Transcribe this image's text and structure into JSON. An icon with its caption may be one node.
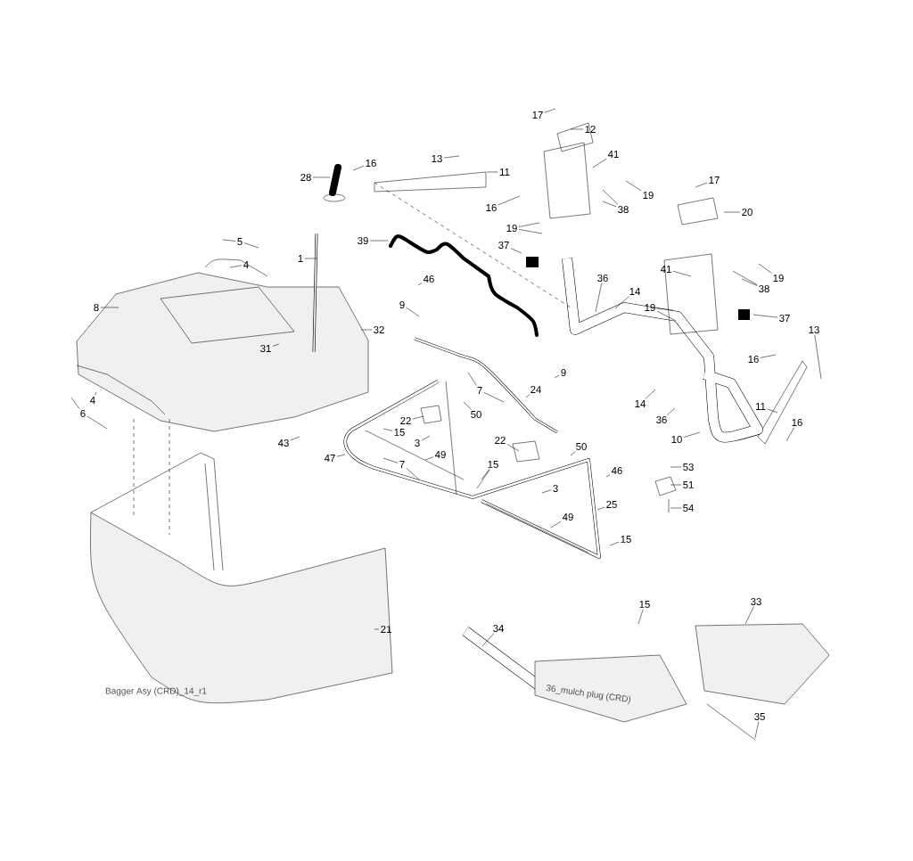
{
  "diagram": {
    "nodes": [
      {
        "text": [
          "1"
        ]
      },
      {
        "text": [
          "28"
        ]
      },
      {
        "text": [
          "16"
        ]
      },
      {
        "text": [
          "13"
        ]
      },
      {
        "text": [
          "11"
        ]
      },
      {
        "text": [
          "16"
        ]
      },
      {
        "text": [
          "17"
        ]
      },
      {
        "text": [
          "12"
        ]
      },
      {
        "text": [
          "41"
        ]
      },
      {
        "text": [
          "19"
        ]
      },
      {
        "text": [
          "38"
        ]
      },
      {
        "text": [
          "19"
        ]
      },
      {
        "text": [
          "37"
        ]
      },
      {
        "text": [
          "39"
        ]
      },
      {
        "text": [
          "46"
        ]
      },
      {
        "text": [
          "9"
        ]
      },
      {
        "text": [
          "32"
        ]
      },
      {
        "text": [
          "31"
        ]
      },
      {
        "text": [
          "8"
        ]
      },
      {
        "text": [
          "5"
        ]
      },
      {
        "text": [
          "4"
        ]
      },
      {
        "text": [
          "4"
        ]
      },
      {
        "text": [
          "6"
        ]
      },
      {
        "text": [
          "43"
        ]
      },
      {
        "text": [
          "22"
        ]
      },
      {
        "text": [
          "15"
        ]
      },
      {
        "text": [
          "3"
        ]
      },
      {
        "text": [
          "47"
        ]
      },
      {
        "text": [
          "7"
        ]
      },
      {
        "text": [
          "49"
        ]
      },
      {
        "text": [
          "50"
        ]
      },
      {
        "text": [
          "7"
        ]
      },
      {
        "text": [
          "24"
        ]
      },
      {
        "text": [
          "9"
        ]
      },
      {
        "text": [
          "22"
        ]
      },
      {
        "text": [
          "50"
        ]
      },
      {
        "text": [
          "15"
        ]
      },
      {
        "text": [
          "3"
        ]
      },
      {
        "text": [
          "49"
        ]
      },
      {
        "text": [
          "25"
        ]
      },
      {
        "text": [
          "46"
        ]
      },
      {
        "text": [
          "15"
        ]
      },
      {
        "text": [
          "14"
        ]
      },
      {
        "text": [
          "36"
        ]
      },
      {
        "text": [
          "10"
        ]
      },
      {
        "text": [
          "11"
        ]
      },
      {
        "text": [
          "16"
        ]
      },
      {
        "text": [
          "16"
        ]
      },
      {
        "text": [
          "13"
        ]
      },
      {
        "text": [
          "14"
        ]
      },
      {
        "text": [
          "36"
        ]
      },
      {
        "text": [
          "17"
        ]
      },
      {
        "text": [
          "20"
        ]
      },
      {
        "text": [
          "41"
        ]
      },
      {
        "text": [
          "19"
        ]
      },
      {
        "text": [
          "38"
        ]
      },
      {
        "text": [
          "19"
        ]
      },
      {
        "text": [
          "37"
        ]
      },
      {
        "text": [
          "53"
        ]
      },
      {
        "text": [
          "51"
        ]
      },
      {
        "text": [
          "54"
        ]
      },
      {
        "text": [
          "21"
        ]
      },
      {
        "text": [
          "34"
        ]
      },
      {
        "text": [
          "15"
        ]
      },
      {
        "text": [
          "33"
        ]
      },
      {
        "text": [
          "35"
        ]
      }
    ],
    "edges": [
      {
        "from": 0,
        "to": null,
        "arrow": "none"
      },
      {
        "from": 1,
        "to": null,
        "arrow": "none"
      },
      {
        "from": 2,
        "to": null,
        "arrow": "none"
      },
      {
        "from": 3,
        "to": null,
        "arrow": "none"
      },
      {
        "from": 4,
        "to": null,
        "arrow": "none"
      },
      {
        "from": 5,
        "to": null,
        "arrow": "none"
      },
      {
        "from": 6,
        "to": null,
        "arrow": "none"
      },
      {
        "from": 7,
        "to": null,
        "arrow": "none"
      },
      {
        "from": 8,
        "to": null,
        "arrow": "none"
      },
      {
        "from": 9,
        "to": null,
        "arrow": "none"
      },
      {
        "from": 10,
        "to": null,
        "arrow": "none"
      },
      {
        "from": 10,
        "to": null,
        "arrow": "none"
      },
      {
        "from": 11,
        "to": null,
        "arrow": "none"
      },
      {
        "from": 11,
        "to": null,
        "arrow": "none"
      },
      {
        "from": 12,
        "to": null,
        "arrow": "none"
      },
      {
        "from": 13,
        "to": null,
        "arrow": "none"
      },
      {
        "from": 14,
        "to": null,
        "arrow": "none"
      },
      {
        "from": 15,
        "to": null,
        "arrow": "none"
      },
      {
        "from": 16,
        "to": null,
        "arrow": "none"
      },
      {
        "from": 17,
        "to": null,
        "arrow": "none"
      },
      {
        "from": 18,
        "to": null,
        "arrow": "none"
      },
      {
        "from": 19,
        "to": null,
        "arrow": "none"
      },
      {
        "from": 19,
        "to": null,
        "arrow": "none"
      },
      {
        "from": 20,
        "to": null,
        "arrow": "none"
      },
      {
        "from": 21,
        "to": null,
        "arrow": "none"
      },
      {
        "from": 22,
        "to": null,
        "arrow": "none"
      },
      {
        "from": 22,
        "to": null,
        "arrow": "none"
      },
      {
        "from": 23,
        "to": null,
        "arrow": "none"
      },
      {
        "from": 24,
        "to": null,
        "arrow": "none"
      },
      {
        "from": 25,
        "to": null,
        "arrow": "none"
      },
      {
        "from": 26,
        "to": null,
        "arrow": "none"
      },
      {
        "from": 27,
        "to": null,
        "arrow": "none"
      },
      {
        "from": 28,
        "to": null,
        "arrow": "none"
      },
      {
        "from": 28,
        "to": null,
        "arrow": "none"
      },
      {
        "from": 29,
        "to": null,
        "arrow": "none"
      },
      {
        "from": 30,
        "to": null,
        "arrow": "none"
      },
      {
        "from": 31,
        "to": null,
        "arrow": "none"
      },
      {
        "from": 31,
        "to": null,
        "arrow": "none"
      },
      {
        "from": 32,
        "to": null,
        "arrow": "none"
      },
      {
        "from": 33,
        "to": null,
        "arrow": "none"
      },
      {
        "from": 34,
        "to": null,
        "arrow": "none"
      },
      {
        "from": 35,
        "to": null,
        "arrow": "none"
      },
      {
        "from": 36,
        "to": null,
        "arrow": "none"
      },
      {
        "from": 36,
        "to": null,
        "arrow": "none"
      },
      {
        "from": 37,
        "to": null,
        "arrow": "none"
      },
      {
        "from": 38,
        "to": null,
        "arrow": "none"
      },
      {
        "from": 39,
        "to": null,
        "arrow": "none"
      },
      {
        "from": 40,
        "to": null,
        "arrow": "none"
      },
      {
        "from": 41,
        "to": null,
        "arrow": "none"
      },
      {
        "from": 42,
        "to": null,
        "arrow": "none"
      },
      {
        "from": 43,
        "to": null,
        "arrow": "none"
      },
      {
        "from": 44,
        "to": null,
        "arrow": "none"
      },
      {
        "from": 45,
        "to": null,
        "arrow": "none"
      },
      {
        "from": 46,
        "to": null,
        "arrow": "none"
      },
      {
        "from": 47,
        "to": null,
        "arrow": "none"
      },
      {
        "from": 48,
        "to": null,
        "arrow": "none"
      },
      {
        "from": 49,
        "to": null,
        "arrow": "none"
      },
      {
        "from": 50,
        "to": null,
        "arrow": "none"
      },
      {
        "from": 51,
        "to": null,
        "arrow": "none"
      },
      {
        "from": 52,
        "to": null,
        "arrow": "none"
      },
      {
        "from": 53,
        "to": null,
        "arrow": "none"
      },
      {
        "from": 54,
        "to": null,
        "arrow": "none"
      },
      {
        "from": 55,
        "to": null,
        "arrow": "none"
      },
      {
        "from": 55,
        "to": null,
        "arrow": "none"
      },
      {
        "from": 56,
        "to": null,
        "arrow": "none"
      },
      {
        "from": 56,
        "to": null,
        "arrow": "none"
      },
      {
        "from": 57,
        "to": null,
        "arrow": "none"
      },
      {
        "from": 58,
        "to": null,
        "arrow": "none"
      },
      {
        "from": 59,
        "to": null,
        "arrow": "none"
      },
      {
        "from": 60,
        "to": null,
        "arrow": "none"
      },
      {
        "from": 61,
        "to": null,
        "arrow": "none"
      },
      {
        "from": 62,
        "to": null,
        "arrow": "none"
      },
      {
        "from": 63,
        "to": null,
        "arrow": "none"
      },
      {
        "from": 64,
        "to": null,
        "arrow": "none"
      },
      {
        "from": 65,
        "to": null,
        "arrow": "none"
      }
    ],
    "labels": [
      "Bagger Asy (CRD)_14_r1",
      "36_mulch plug (CRD)"
    ]
  }
}
